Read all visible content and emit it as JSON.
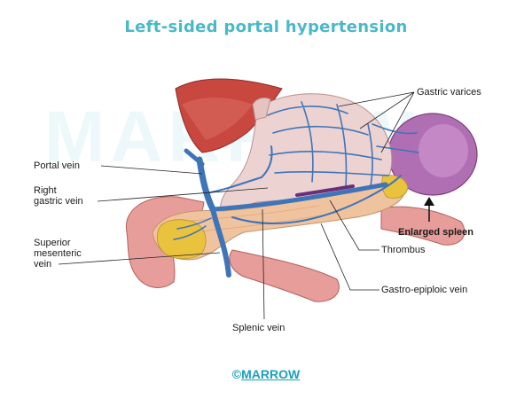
{
  "title": "Left-sided portal hypertension",
  "watermark": "MARROW",
  "labels": {
    "gastric_varices": "Gastric varices",
    "portal_vein": "Portal vein",
    "right_gastric_vein_line1": "Right",
    "right_gastric_vein_line2": "gastric vein",
    "enlarged_spleen": "Enlarged spleen",
    "thrombus": "Thrombus",
    "smv_line1": "Superior",
    "smv_line2": "mesenteric",
    "smv_line3": "vein",
    "gastro_epiploic_vein": "Gastro-epiploic vein",
    "splenic_vein": "Splenic vein"
  },
  "footer": {
    "symbol": "©",
    "brand": "MARROW"
  },
  "colors": {
    "title": "#4bb8c9",
    "footer": "#1aa1bd",
    "vein": "#3e74b8",
    "stomach": "#ecd3d1",
    "liver": "#c8473f",
    "spleen": "#b06fb2",
    "pancreas": "#f0c39f",
    "intestine": "#e79e9a",
    "fat": "#e9c23e"
  }
}
